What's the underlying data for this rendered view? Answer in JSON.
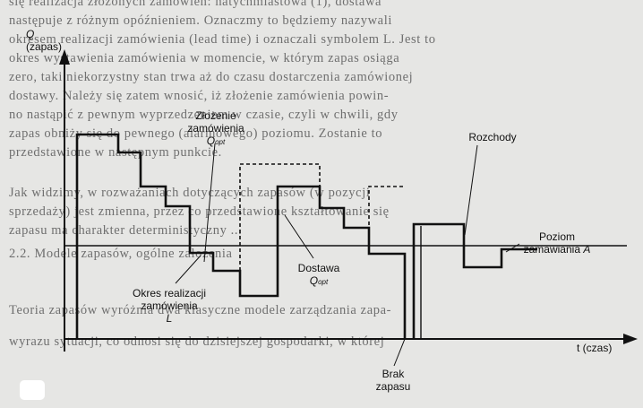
{
  "background_text": {
    "lines": [
      "się realizacja złożonych zamówień: natychmiastowa (1), dostawa",
      "następuje z różnym opóźnieniem. Oznaczmy to będziemy nazywali",
      "okresem realizacji zamówienia (lead time) i oznaczali symbolem L. Jest to",
      "okres wystawienia zamówienia w momencie, w którym zapas osiąga",
      "zero, taki niekorzystny stan trwa aż do czasu dostarczenia zamówionej",
      "dostawy. Należy się zatem wnosić, iż złożenie zamówienia powin-",
      "no nastąpić z pewnym wyprzedzeniem w czasie, czyli w chwili, gdy",
      "zapas obniży się do pewnego (alarmowego) poziomu. Zostanie to",
      "przedstawione w następnym punkcie.",
      "Jak widzimy, w rozważaniach dotyczących zapasów (w pozycji",
      "sprzedaży) jest zmienna, przez co przedstawione kształtowanie się",
      "zapasu ma charakter deterministyczny ...",
      "2.2. Modele zapasów, ogólne założenia",
      "Teoria zapasów wyróżnia dwa klasyczne modele zarządzania zapa-",
      "wyrazu sytuacji, co odnosi się do dzisiejszej gospodarki, w której"
    ]
  },
  "labels": {
    "y_axis_symbol": "Q",
    "y_axis_desc": "(zapas)",
    "x_axis": "t (czas)",
    "order": {
      "line1": "Złożenie",
      "line2": "zamówienia",
      "symbol": "Q",
      "sub": "opt"
    },
    "lead": {
      "line1": "Okres realizacji",
      "line2": "zamówienia",
      "symbol": "L"
    },
    "delivery": {
      "line1": "Dostawa",
      "symbol": "Q",
      "sub": "opt"
    },
    "usage": "Rozchody",
    "reorder": {
      "line1": "Poziom",
      "line2": "zamawiania",
      "symbol": "A"
    },
    "stockout": {
      "line1": "Brak",
      "line2": "zapasu"
    }
  }
}
